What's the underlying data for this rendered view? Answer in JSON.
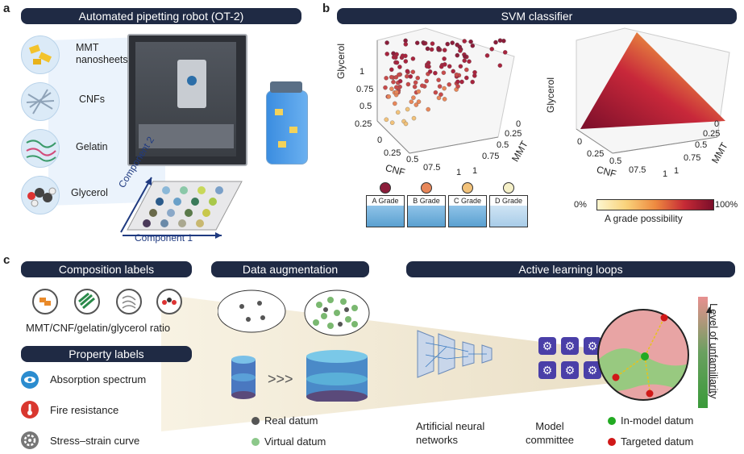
{
  "panel_a": {
    "letter": "a",
    "header": "Automated pipetting robot (OT-2)",
    "materials": [
      {
        "label": "MMT\nnanosheets",
        "icon": "mmt-nanosheet-icon"
      },
      {
        "label": "CNFs",
        "icon": "cnf-fiber-icon"
      },
      {
        "label": "Gelatin",
        "icon": "gelatin-icon"
      },
      {
        "label": "Glycerol",
        "icon": "glycerol-molecule-icon"
      }
    ],
    "axis_component1": "Component 1",
    "axis_component2": "Component 2"
  },
  "panel_b": {
    "letter": "b",
    "header": "SVM classifier",
    "left_plot": {
      "z_label": "Glycerol",
      "x_label": "CNF",
      "y_label": "MMT",
      "z_ticks": [
        "0.25",
        "0.5",
        "0.75",
        "1"
      ],
      "x_ticks": [
        "0",
        "0.25",
        "0.5",
        "07.5",
        "1"
      ],
      "y_ticks": [
        "0",
        "0.25",
        "0.5",
        "0.75",
        "1"
      ]
    },
    "right_plot": {
      "z_label": "Glycerol",
      "x_label": "CNF",
      "y_label": "MMT",
      "x_ticks": [
        "0",
        "0.25",
        "0.5",
        "07.5",
        "1"
      ],
      "y_ticks": [
        "0",
        "0.25",
        "0.5",
        "0.75",
        "1"
      ]
    },
    "grades": [
      {
        "label": "A Grade",
        "color": "#8b1d3a"
      },
      {
        "label": "B Grade",
        "color": "#e8875a"
      },
      {
        "label": "C Grade",
        "color": "#f2c27a"
      },
      {
        "label": "D Grade",
        "color": "#f5f0c8"
      }
    ],
    "colorbar": {
      "min": "0%",
      "max": "100%",
      "title": "A grade possibility"
    }
  },
  "panel_c": {
    "letter": "c",
    "composition_header": "Composition labels",
    "composition_caption": "MMT/CNF/gelatin/glycerol ratio",
    "property_header": "Property labels",
    "properties": [
      {
        "label": "Absorption spectrum",
        "color": "#2b8ccf",
        "icon": "eye-icon"
      },
      {
        "label": "Fire resistance",
        "color": "#d9372f",
        "icon": "thermometer-icon"
      },
      {
        "label": "Stress–strain curve",
        "color": "#777777",
        "icon": "gear-icon"
      }
    ],
    "augmentation_header": "Data augmentation",
    "legend_real": "Real datum",
    "legend_virtual": "Virtual datum",
    "active_header": "Active learning loops",
    "ann_caption": "Artificial neural\nnetworks",
    "committee_caption": "Model\ncommittee",
    "legend_in_model": "In-model datum",
    "legend_targeted": "Targeted datum",
    "unfamiliarity_label": "Level of unfamiliarity"
  }
}
